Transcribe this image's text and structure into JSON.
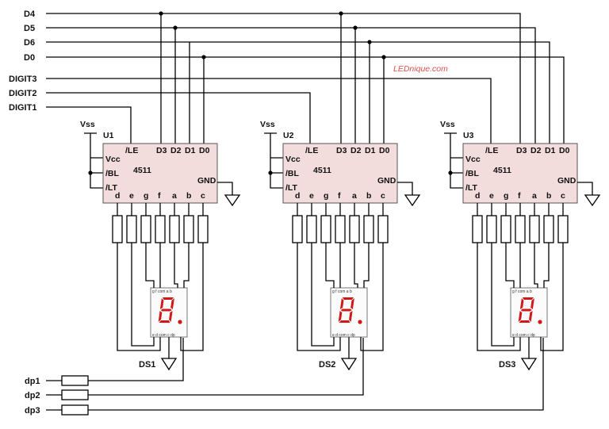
{
  "watermark": "LEDnique.com",
  "buses": [
    {
      "label": "D4"
    },
    {
      "label": "D5"
    },
    {
      "label": "D6"
    },
    {
      "label": "D0"
    }
  ],
  "digit_lines": [
    {
      "label": "DIGIT3"
    },
    {
      "label": "DIGIT2"
    },
    {
      "label": "DIGIT1"
    }
  ],
  "supply_label": "Vss",
  "chip": {
    "part": "4511",
    "pins_left": [
      "Vcc",
      "/BL",
      "/LT"
    ],
    "pin_le": "/LE",
    "pins_top": [
      "D3",
      "D2",
      "D1",
      "D0"
    ],
    "pin_gnd": "GND",
    "pins_bottom": [
      "d",
      "e",
      "g",
      "f",
      "a",
      "b",
      "c"
    ]
  },
  "decoders": [
    {
      "ref": "U1",
      "display": "DS1"
    },
    {
      "ref": "U2",
      "display": "DS2"
    },
    {
      "ref": "U3",
      "display": "DS3"
    }
  ],
  "display_pin_text": {
    "top": "g f com a b",
    "bottom": "e d com c dp"
  },
  "dp_inputs": [
    {
      "label": "dp1"
    },
    {
      "label": "dp2"
    },
    {
      "label": "dp3"
    }
  ],
  "colors": {
    "chip_fill": "#f2dcdc",
    "chip_border": "#555555",
    "segment_red": "#d01818",
    "watermark": "#d9534f"
  }
}
